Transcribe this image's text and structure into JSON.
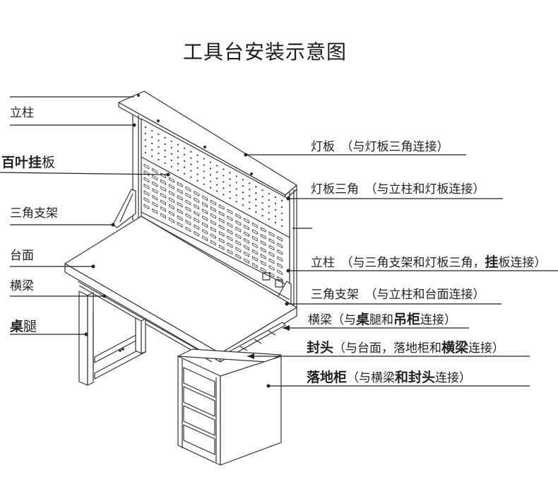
{
  "title": "工具台安装示意图",
  "left_labels": [
    {
      "id": "upright",
      "text": "立柱"
    },
    {
      "id": "louver-panel",
      "parts": [
        {
          "t": "百叶挂",
          "bold": true
        },
        {
          "t": "板",
          "bold": false
        }
      ]
    },
    {
      "id": "triangle-bracket",
      "text": "三角支架"
    },
    {
      "id": "tabletop",
      "text": "台面"
    },
    {
      "id": "crossbeam",
      "text": "横梁"
    },
    {
      "id": "table-leg",
      "parts": [
        {
          "t": "桌",
          "bold": true
        },
        {
          "t": "腿",
          "bold": false
        }
      ]
    }
  ],
  "right_labels": [
    {
      "id": "light-panel",
      "parts": [
        {
          "t": "灯板　（与灯板三角连接）",
          "bold": false
        }
      ]
    },
    {
      "id": "light-panel-triangle",
      "parts": [
        {
          "t": "灯板三角　（与立柱和灯板连接）",
          "bold": false
        }
      ]
    },
    {
      "id": "upright-right",
      "parts": [
        {
          "t": "立柱　（与三角支架和灯板三角，",
          "bold": false
        },
        {
          "t": "挂",
          "bold": true
        },
        {
          "t": "板连接）",
          "bold": false
        }
      ]
    },
    {
      "id": "triangle-bracket-right",
      "parts": [
        {
          "t": "三角支架　（与立柱和台面连接）",
          "bold": false
        }
      ]
    },
    {
      "id": "crossbeam-right",
      "parts": [
        {
          "t": "横梁（与",
          "bold": false
        },
        {
          "t": "桌",
          "bold": true
        },
        {
          "t": "腿和",
          "bold": false
        },
        {
          "t": "吊柜",
          "bold": true
        },
        {
          "t": "连接）",
          "bold": false
        }
      ]
    },
    {
      "id": "end-cap",
      "parts": [
        {
          "t": "封头",
          "bold": true
        },
        {
          "t": "（与台面，落地柜和",
          "bold": false
        },
        {
          "t": "横梁",
          "bold": true
        },
        {
          "t": "连接）",
          "bold": false
        }
      ]
    },
    {
      "id": "floor-cabinet",
      "parts": [
        {
          "t": "落地柜",
          "bold": true
        },
        {
          "t": "（与横梁",
          "bold": false
        },
        {
          "t": "和封头",
          "bold": true
        },
        {
          "t": "连接）",
          "bold": false
        }
      ]
    }
  ],
  "colors": {
    "line": "#333333",
    "text": "#222222",
    "background": "#ffffff"
  }
}
